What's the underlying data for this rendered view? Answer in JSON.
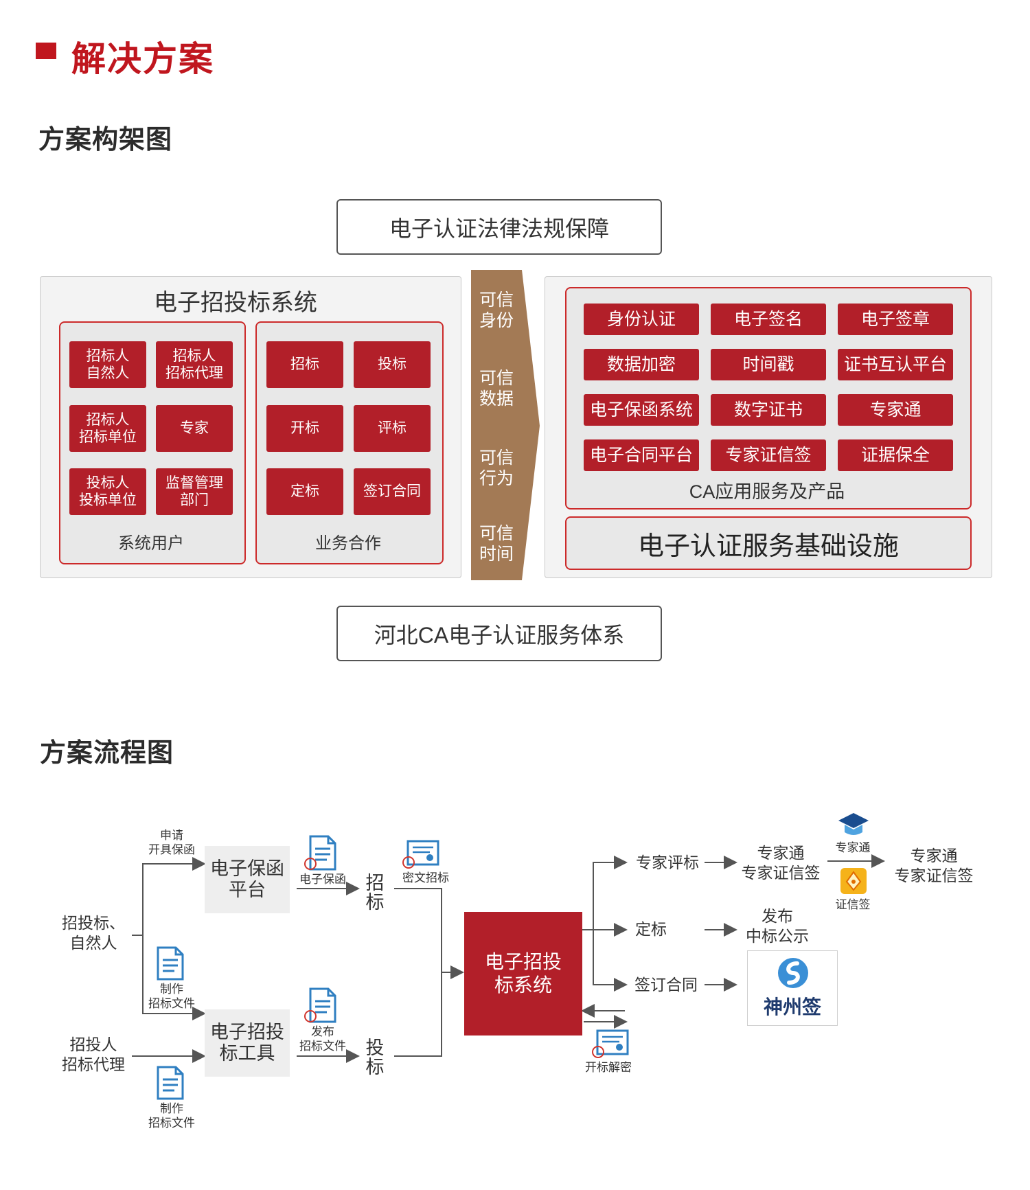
{
  "header": {
    "title": "解决方案"
  },
  "architecture": {
    "section_title": "方案构架图",
    "top_box": "电子认证法律法规保障",
    "bottom_box": "河北CA电子认证服务体系",
    "left_panel": {
      "title": "电子招投标系统",
      "users": {
        "label": "系统用户",
        "items": [
          "招标人\n自然人",
          "招标人\n招标代理",
          "招标人\n招标单位",
          "专家",
          "投标人\n投标单位",
          "监督管理\n部门"
        ]
      },
      "business": {
        "label": "业务合作",
        "items": [
          "招标",
          "投标",
          "开标",
          "评标",
          "定标",
          "签订合同"
        ]
      }
    },
    "arrow_labels": [
      "可信\n身份",
      "可信\n数据",
      "可信\n行为",
      "可信\n时间"
    ],
    "right_panel": {
      "products": [
        "身份认证",
        "电子签名",
        "电子签章",
        "数据加密",
        "时间戳",
        "证书互认平台",
        "电子保函系统",
        "数字证书",
        "专家通",
        "电子合同平台",
        "专家证信签",
        "证据保全"
      ],
      "products_label": "CA应用服务及产品",
      "infrastructure": "电子认证服务基础设施"
    }
  },
  "flow": {
    "section_title": "方案流程图",
    "actor_top": "招投标、\n自然人",
    "actor_bottom": "招投人\n招标代理",
    "apply_label": "申请\n开具保函",
    "make_doc_top": "制作\n招标文件",
    "make_doc_bottom": "制作\n招标文件",
    "guarantee_platform": "电子保函\n平台",
    "bidding_tool": "电子招投\n标工具",
    "doc_guarantee": "电子保函",
    "doc_publish": "发布\n招标文件",
    "step_zhaobiao": "招\n标",
    "step_toubiao": "投\n标",
    "doc_encrypted": "密文招标",
    "system": "电子招投\n标系统",
    "doc_decrypt": "开标解密",
    "branch_evaluate": "专家评标",
    "branch_award": "定标",
    "branch_contract": "签订合同",
    "result_evaluate": "专家通\n专家证信签",
    "result_award": "发布\n中标公示",
    "icon_expert_pass": "专家通",
    "icon_credit_sign": "证信签",
    "final_evaluate": "专家通\n专家证信签",
    "logo_text": "神州签",
    "colors": {
      "brand_red": "#b21f29",
      "arrow_brown": "#a37a55",
      "icon_blue": "#2f7fc1"
    }
  }
}
